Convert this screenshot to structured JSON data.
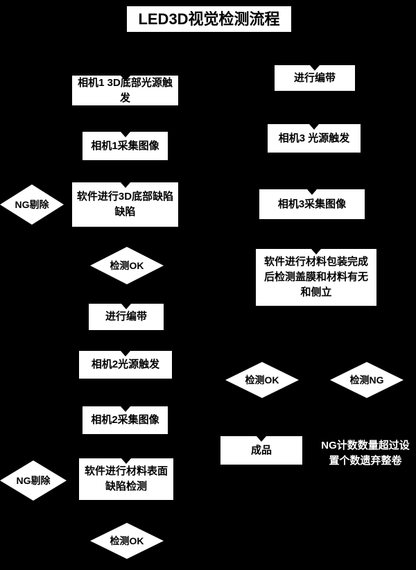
{
  "title": "LED3D视觉检测流程",
  "nodes": {
    "l1": "相机1 3D底部光源触发",
    "l2": "相机1采集图像",
    "l3": "软件进行3D底部缺陷\n缺陷",
    "ng1": "NG剔除",
    "ok1": "检测OK",
    "l4": "进行编带",
    "l5": "相机2光源触发",
    "l6": "相机2采集图像",
    "l7": "软件进行材料表面\n缺陷检测",
    "ng2": "NG剔除",
    "ok2": "检测OK",
    "r1": "进行编带",
    "r2": "相机3 光源触发",
    "r3": "相机3采集图像",
    "r4": "软件进行材料包装完成\n后检测盖膜和材料有无\n和侧立",
    "okr": "检测OK",
    "ngr": "检测NG",
    "r5": "成品",
    "discard": "NG计数数量超过设\n置个数遗弃整卷"
  },
  "colors": {
    "background": "#000000",
    "node_fill": "#ffffff",
    "node_text": "#000000",
    "inverse_text": "#ffffff"
  }
}
